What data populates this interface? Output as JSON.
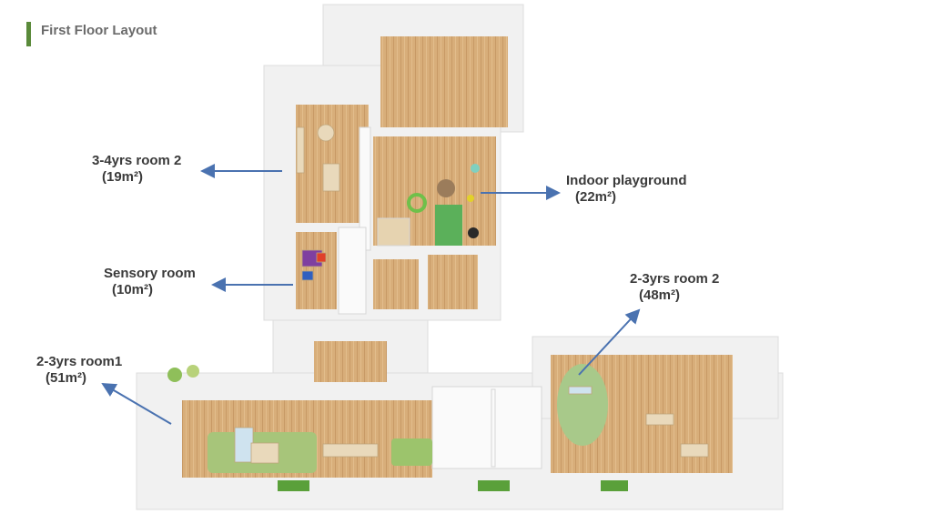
{
  "page": {
    "title": "First Floor Layout"
  },
  "colors": {
    "accent": "#5a8a3a",
    "arrow": "#4a72b0",
    "floor": "#d9b17e",
    "wall": "#f3f3f3",
    "grass": "#8fbf5a"
  },
  "rooms": [
    {
      "id": "room-3-4yrs-2",
      "name": "3-4yrs room 2",
      "area": "(19m²)"
    },
    {
      "id": "sensory-room",
      "name": "Sensory room",
      "area": "(10m²)"
    },
    {
      "id": "room-2-3yrs-1",
      "name": "2-3yrs room1",
      "area": "(51m²)"
    },
    {
      "id": "indoor-playground",
      "name": "Indoor playground",
      "area": "(22m²)"
    },
    {
      "id": "room-2-3yrs-2",
      "name": "2-3yrs room 2",
      "area": "(48m²)"
    }
  ]
}
